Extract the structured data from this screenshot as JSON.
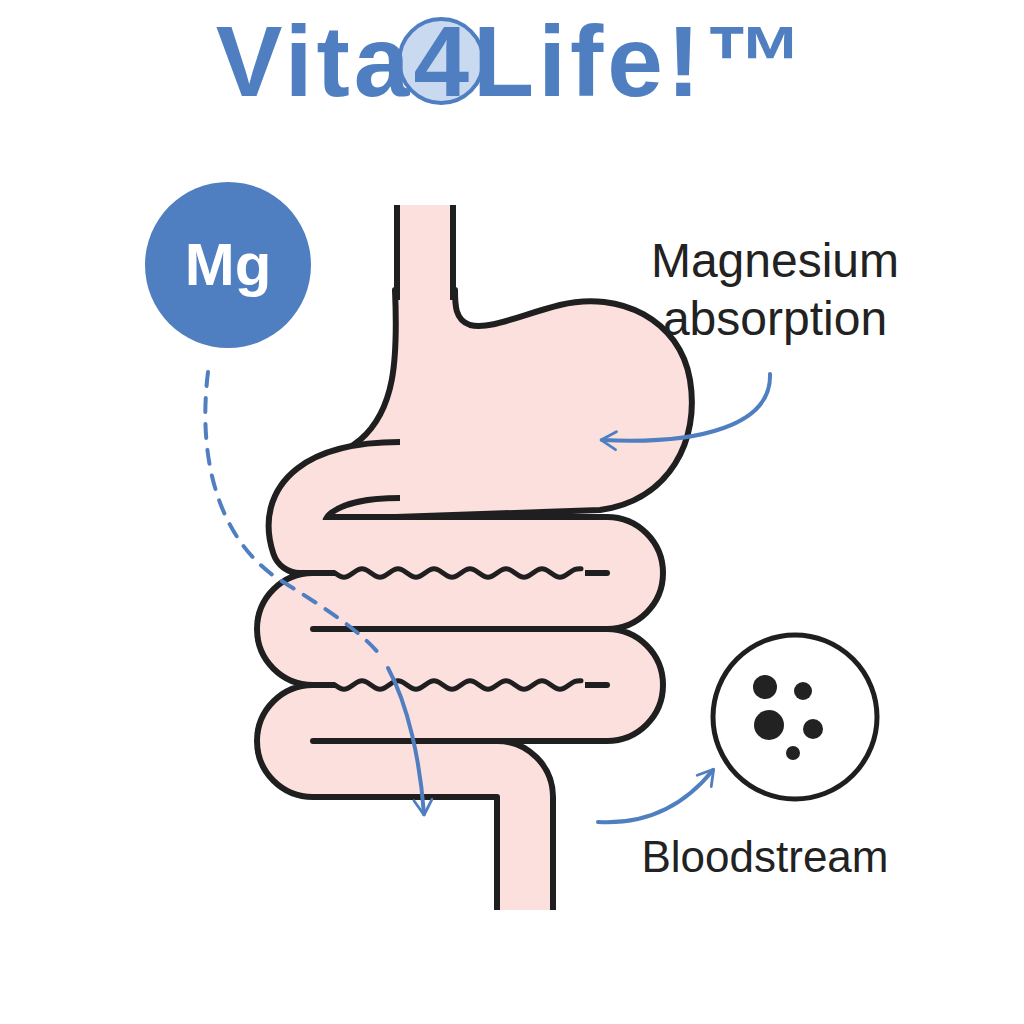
{
  "diagram": {
    "title": "Vita4Life!™",
    "nodes": [
      {
        "text": [
          "Mg"
        ]
      },
      {
        "text": [
          "Bloodstream"
        ]
      }
    ],
    "labels": [
      "Magnesium absorption"
    ]
  }
}
